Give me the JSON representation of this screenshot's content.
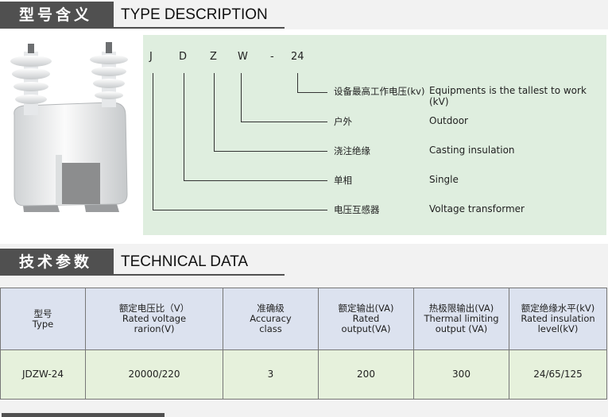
{
  "type_section": {
    "title_cn": "型号含义",
    "title_en": "TYPE DESCRIPTION"
  },
  "code_letters": [
    "J",
    "D",
    "Z",
    "W",
    "-",
    "24"
  ],
  "descriptions": [
    {
      "cn": "设备最高工作电压(kv)",
      "en": "Equipments is the tallest to work (kV)"
    },
    {
      "cn": "户外",
      "en": "Outdoor"
    },
    {
      "cn": "浇注绝缘",
      "en": "Casting insulation"
    },
    {
      "cn": "单相",
      "en": "Single"
    },
    {
      "cn": "电压互感器",
      "en": "Voltage transformer"
    }
  ],
  "tech_section": {
    "title_cn": "技术参数",
    "title_en": "TECHNICAL DATA"
  },
  "table": {
    "headers": [
      {
        "cn": "型号",
        "en": "Type"
      },
      {
        "cn": "额定电压比（V）",
        "en": "Rated voltage rarion(V)"
      },
      {
        "cn": "准确级",
        "en": "Accuracy class"
      },
      {
        "cn": "额定输出(VA)",
        "en": "Rated output(VA)"
      },
      {
        "cn": "热极限输出(VA)",
        "en": "Thermal limiting output  (VA)"
      },
      {
        "cn": "额定绝缘水平(kV)",
        "en": "Rated insulation level(kV)"
      }
    ],
    "rows": [
      [
        "JDZW-24",
        "20000/220",
        "3",
        "200",
        "300",
        "24/65/125"
      ]
    ]
  },
  "colors": {
    "header_bar": "#505050",
    "desc_panel": "#dfeedf",
    "table_header": "#dce2ef",
    "table_row": "#e6f1dc"
  }
}
